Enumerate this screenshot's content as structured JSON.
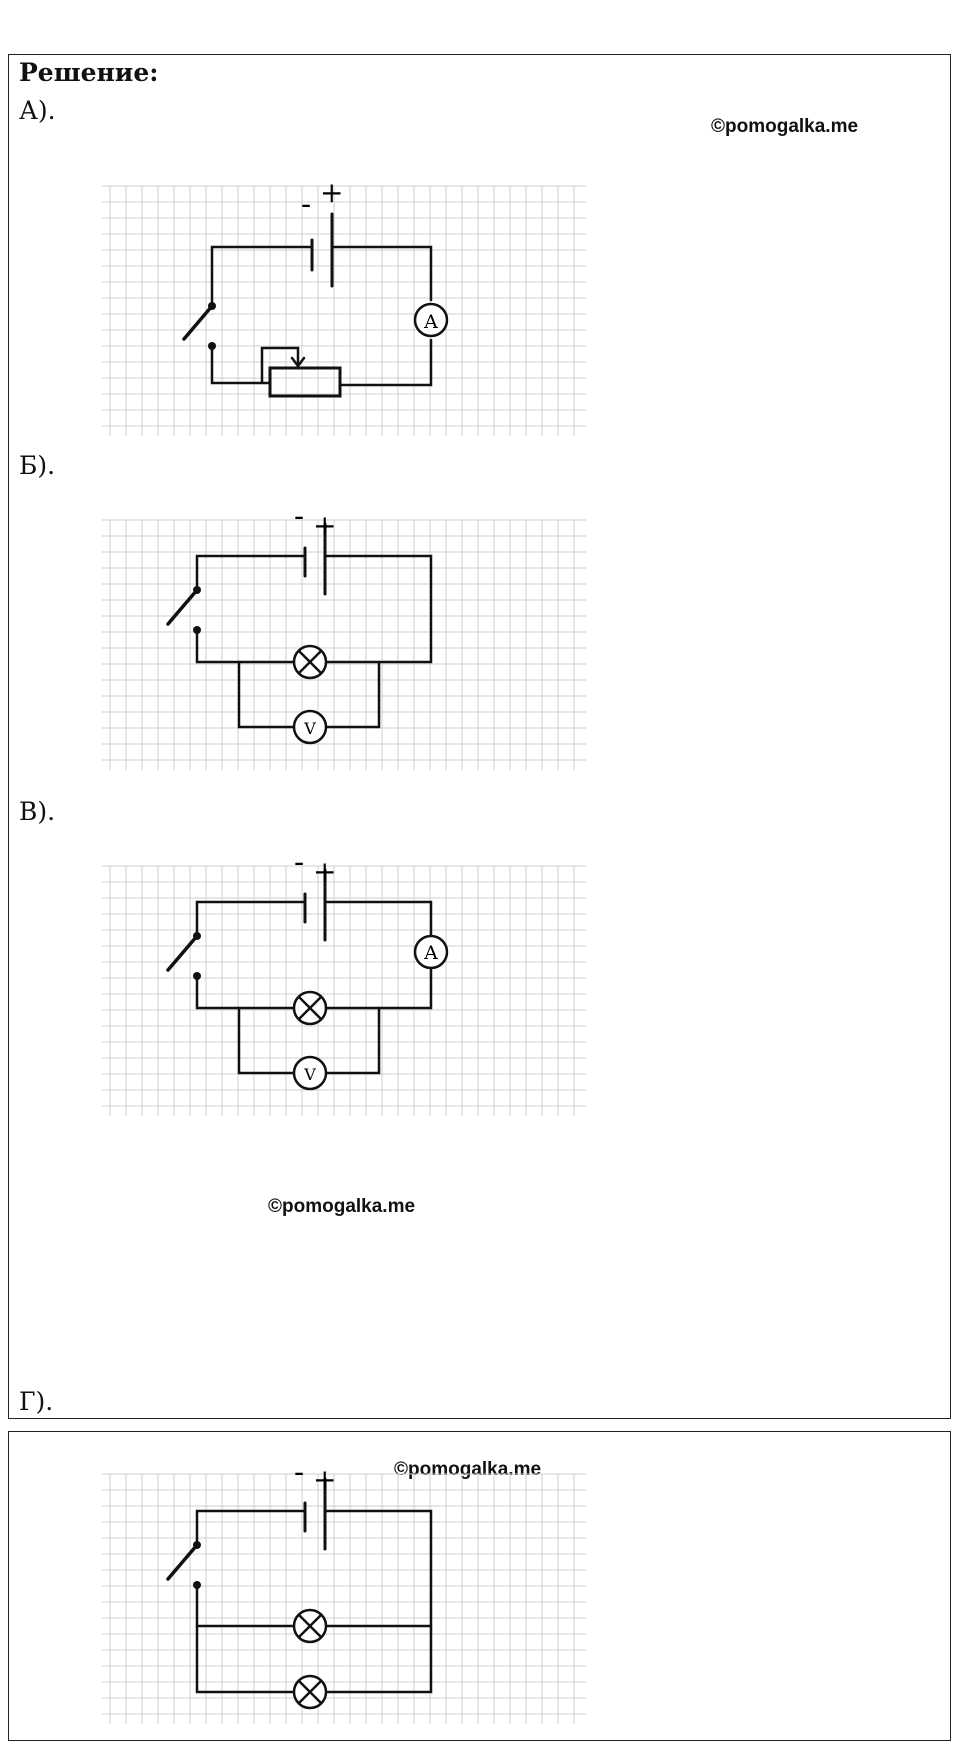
{
  "heading": "Решение:",
  "watermark": "©pomogalka.me",
  "parts": [
    {
      "label": "А)."
    },
    {
      "label": "Б)."
    },
    {
      "label": "В)."
    },
    {
      "label": "Г)."
    }
  ],
  "symbols": {
    "battery_minus": "-",
    "battery_plus": "+",
    "ammeter": "A",
    "voltmeter": "V"
  }
}
